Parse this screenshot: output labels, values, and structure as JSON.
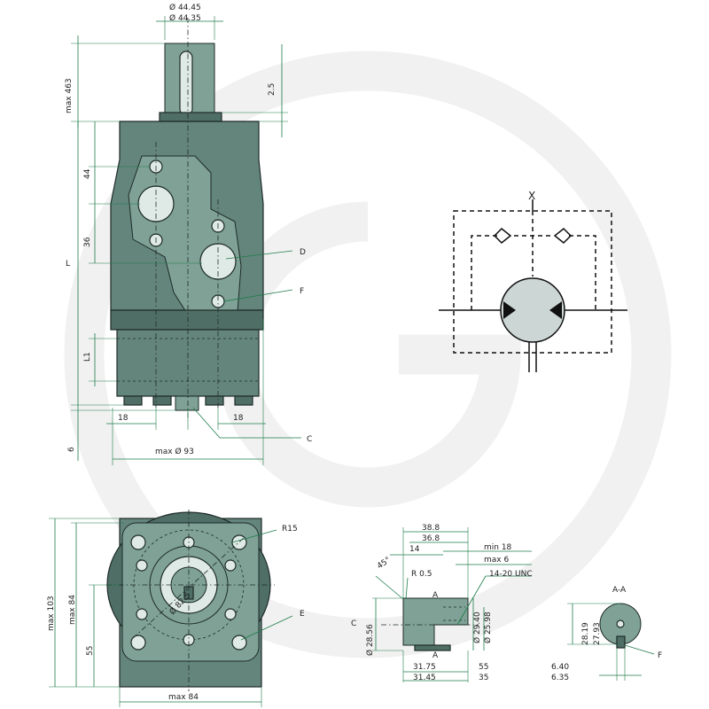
{
  "dimensions": {
    "shaft_d1": "Ø 44.45",
    "shaft_d2": "Ø 44.35",
    "max463": "max 463",
    "d25": "2.5",
    "d44": "44",
    "d36": "36",
    "L": "L",
    "L1": "L1",
    "d6": "6",
    "d18_left": "18",
    "d18_right": "18",
    "maxd93": "max Ø 93",
    "max103": "max 103",
    "max84_v": "max 84",
    "d55": "55",
    "max84_h": "max 84",
    "r15": "R15",
    "pcd": "Ø 82.5",
    "s38_8": "38.8",
    "s36_8": "36.8",
    "s14": "14",
    "smin18": "min 18",
    "smax6": "max 6",
    "s45": "45°",
    "sr05": "R 0.5",
    "sunc": "14-20 UNC",
    "s28_56": "Ø 28.56",
    "s29_40": "Ø 29.40",
    "s25_98": "Ø 25.98",
    "s31_75": "31.75",
    "s31_45": "31.45",
    "s55": "55",
    "s35": "35",
    "aa28_19": "28.19",
    "aa27_93": "27.93",
    "aa6_40": "6.40",
    "aa6_35": "6.35"
  },
  "labels": {
    "D": "D",
    "F": "F",
    "C": "C",
    "E": "E",
    "C_shaft": "C",
    "A_top": "A",
    "A_bottom": "A",
    "AA": "A-A",
    "F_section": "F"
  },
  "colors": {
    "body": "#64857c",
    "dimension_line": "#1e7d4a",
    "outline": "#1e2b28"
  }
}
